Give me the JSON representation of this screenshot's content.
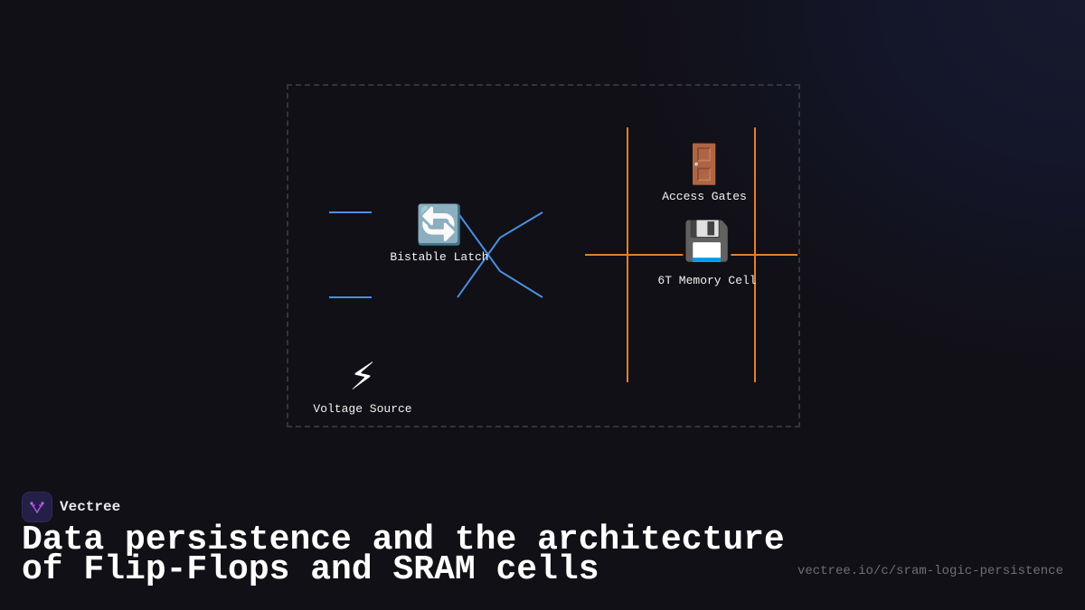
{
  "diagram": {
    "nodes": [
      {
        "id": "latch",
        "icon": "🔄",
        "icon_name": "arrows-clockwise-icon",
        "label": "Bistable Latch"
      },
      {
        "id": "gates",
        "icon": "🚪",
        "icon_name": "door-icon",
        "label": "Access Gates"
      },
      {
        "id": "cell",
        "icon": "💾",
        "icon_name": "floppy-disk-icon",
        "label": "6T Memory Cell"
      },
      {
        "id": "voltage",
        "icon": "⚡",
        "icon_name": "lightning-icon",
        "label": "Voltage Source"
      }
    ],
    "colors": {
      "latch_wires": "#4a8fe0",
      "sram_wires": "#e0812a",
      "frame": "#34343c"
    }
  },
  "brand": {
    "name": "Vectree",
    "logo_icon": "vectree-logo-icon"
  },
  "title": {
    "line1": "Data persistence and the architecture",
    "line2": "of Flip-Flops and SRAM cells"
  },
  "url": "vectree.io/c/sram-logic-persistence"
}
